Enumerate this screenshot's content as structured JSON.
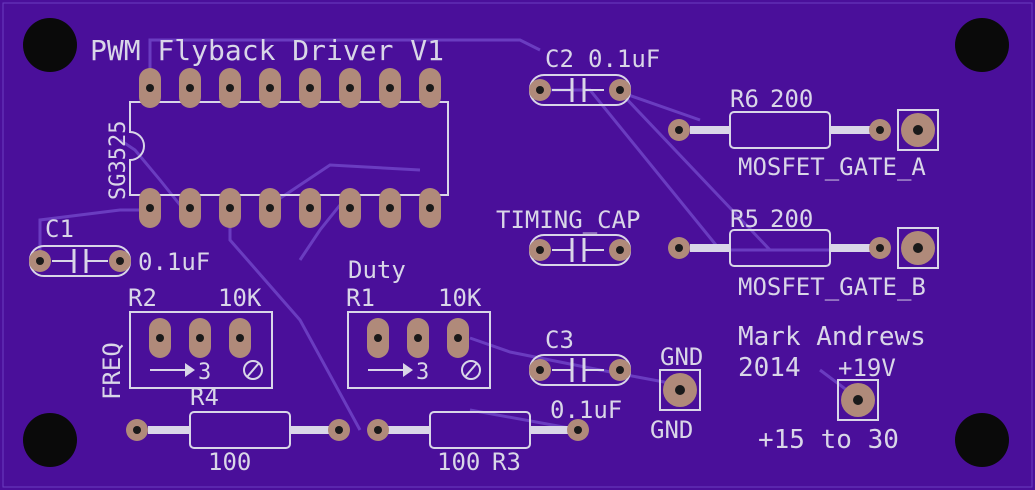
{
  "board": {
    "title": "PWM Flyback Driver V1",
    "author": "Mark Andrews",
    "year": "2014",
    "colors": {
      "board": "#4a0f9a",
      "silkscreen": "#d9d6e8",
      "pad": "#b08a7a",
      "hole": "#1a1a1a",
      "trace": "#6a3cc0"
    }
  },
  "ic": {
    "name": "SG3525",
    "pins": 16
  },
  "caps": {
    "c1": {
      "name": "C1",
      "value": "0.1uF"
    },
    "c2": {
      "name": "C2",
      "value": "0.1uF"
    },
    "c3": {
      "name": "C3",
      "value": "0.1uF"
    },
    "timing": {
      "name": "TIMING_CAP"
    }
  },
  "resistors": {
    "r6": {
      "name": "R6",
      "value": "200",
      "net": "MOSFET_GATE_A"
    },
    "r5": {
      "name": "R5",
      "value": "200",
      "net": "MOSFET_GATE_B"
    },
    "r4": {
      "name": "R4",
      "value": "100"
    },
    "r3": {
      "name": "R3",
      "value": "100"
    }
  },
  "pots": {
    "r2": {
      "name": "R2",
      "value": "10K",
      "label": "FREQ",
      "pin_mark": "3"
    },
    "r1": {
      "name": "R1",
      "value": "10K",
      "label": "Duty",
      "pin_mark": "3"
    }
  },
  "connectors": {
    "gnd_top": "GND",
    "gnd_bottom": "GND",
    "vplus": "+19V",
    "range": "+15 to 30"
  }
}
